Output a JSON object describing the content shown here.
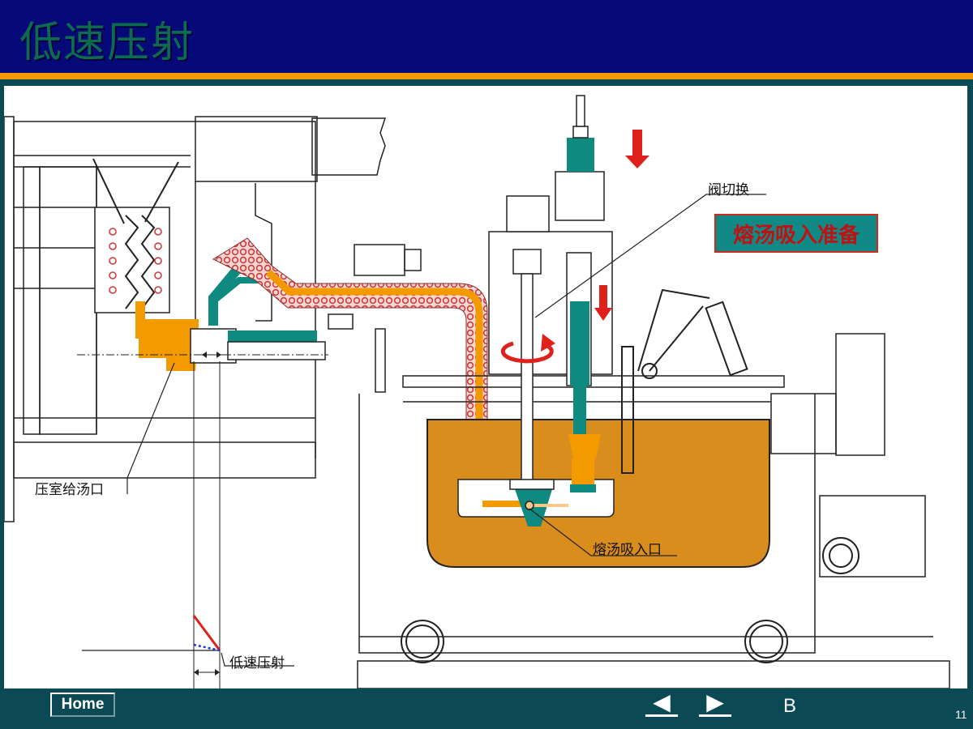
{
  "slide": {
    "title": "低速压射",
    "page_number": "11",
    "side_letter": "B"
  },
  "diagram": {
    "labels": {
      "valve_switch": "阀切换",
      "chamber_feed": "压室给汤口",
      "melt_intake": "熔汤吸入口",
      "low_speed": "低速压射"
    },
    "state_box": "熔汤吸入准备"
  },
  "navigation": {
    "home": "Home",
    "prev_icon": "◀",
    "next_icon": "▶"
  },
  "colors": {
    "title_bar": "#050a78",
    "title_text": "#0f6b50",
    "accent_orange": "#f29a00",
    "molten_metal": "#d98d1c",
    "machine_teal": "#0f8a80",
    "heater_red": "#d13a3a",
    "arrow_red": "#e0201a",
    "footer": "#0b4a55"
  }
}
